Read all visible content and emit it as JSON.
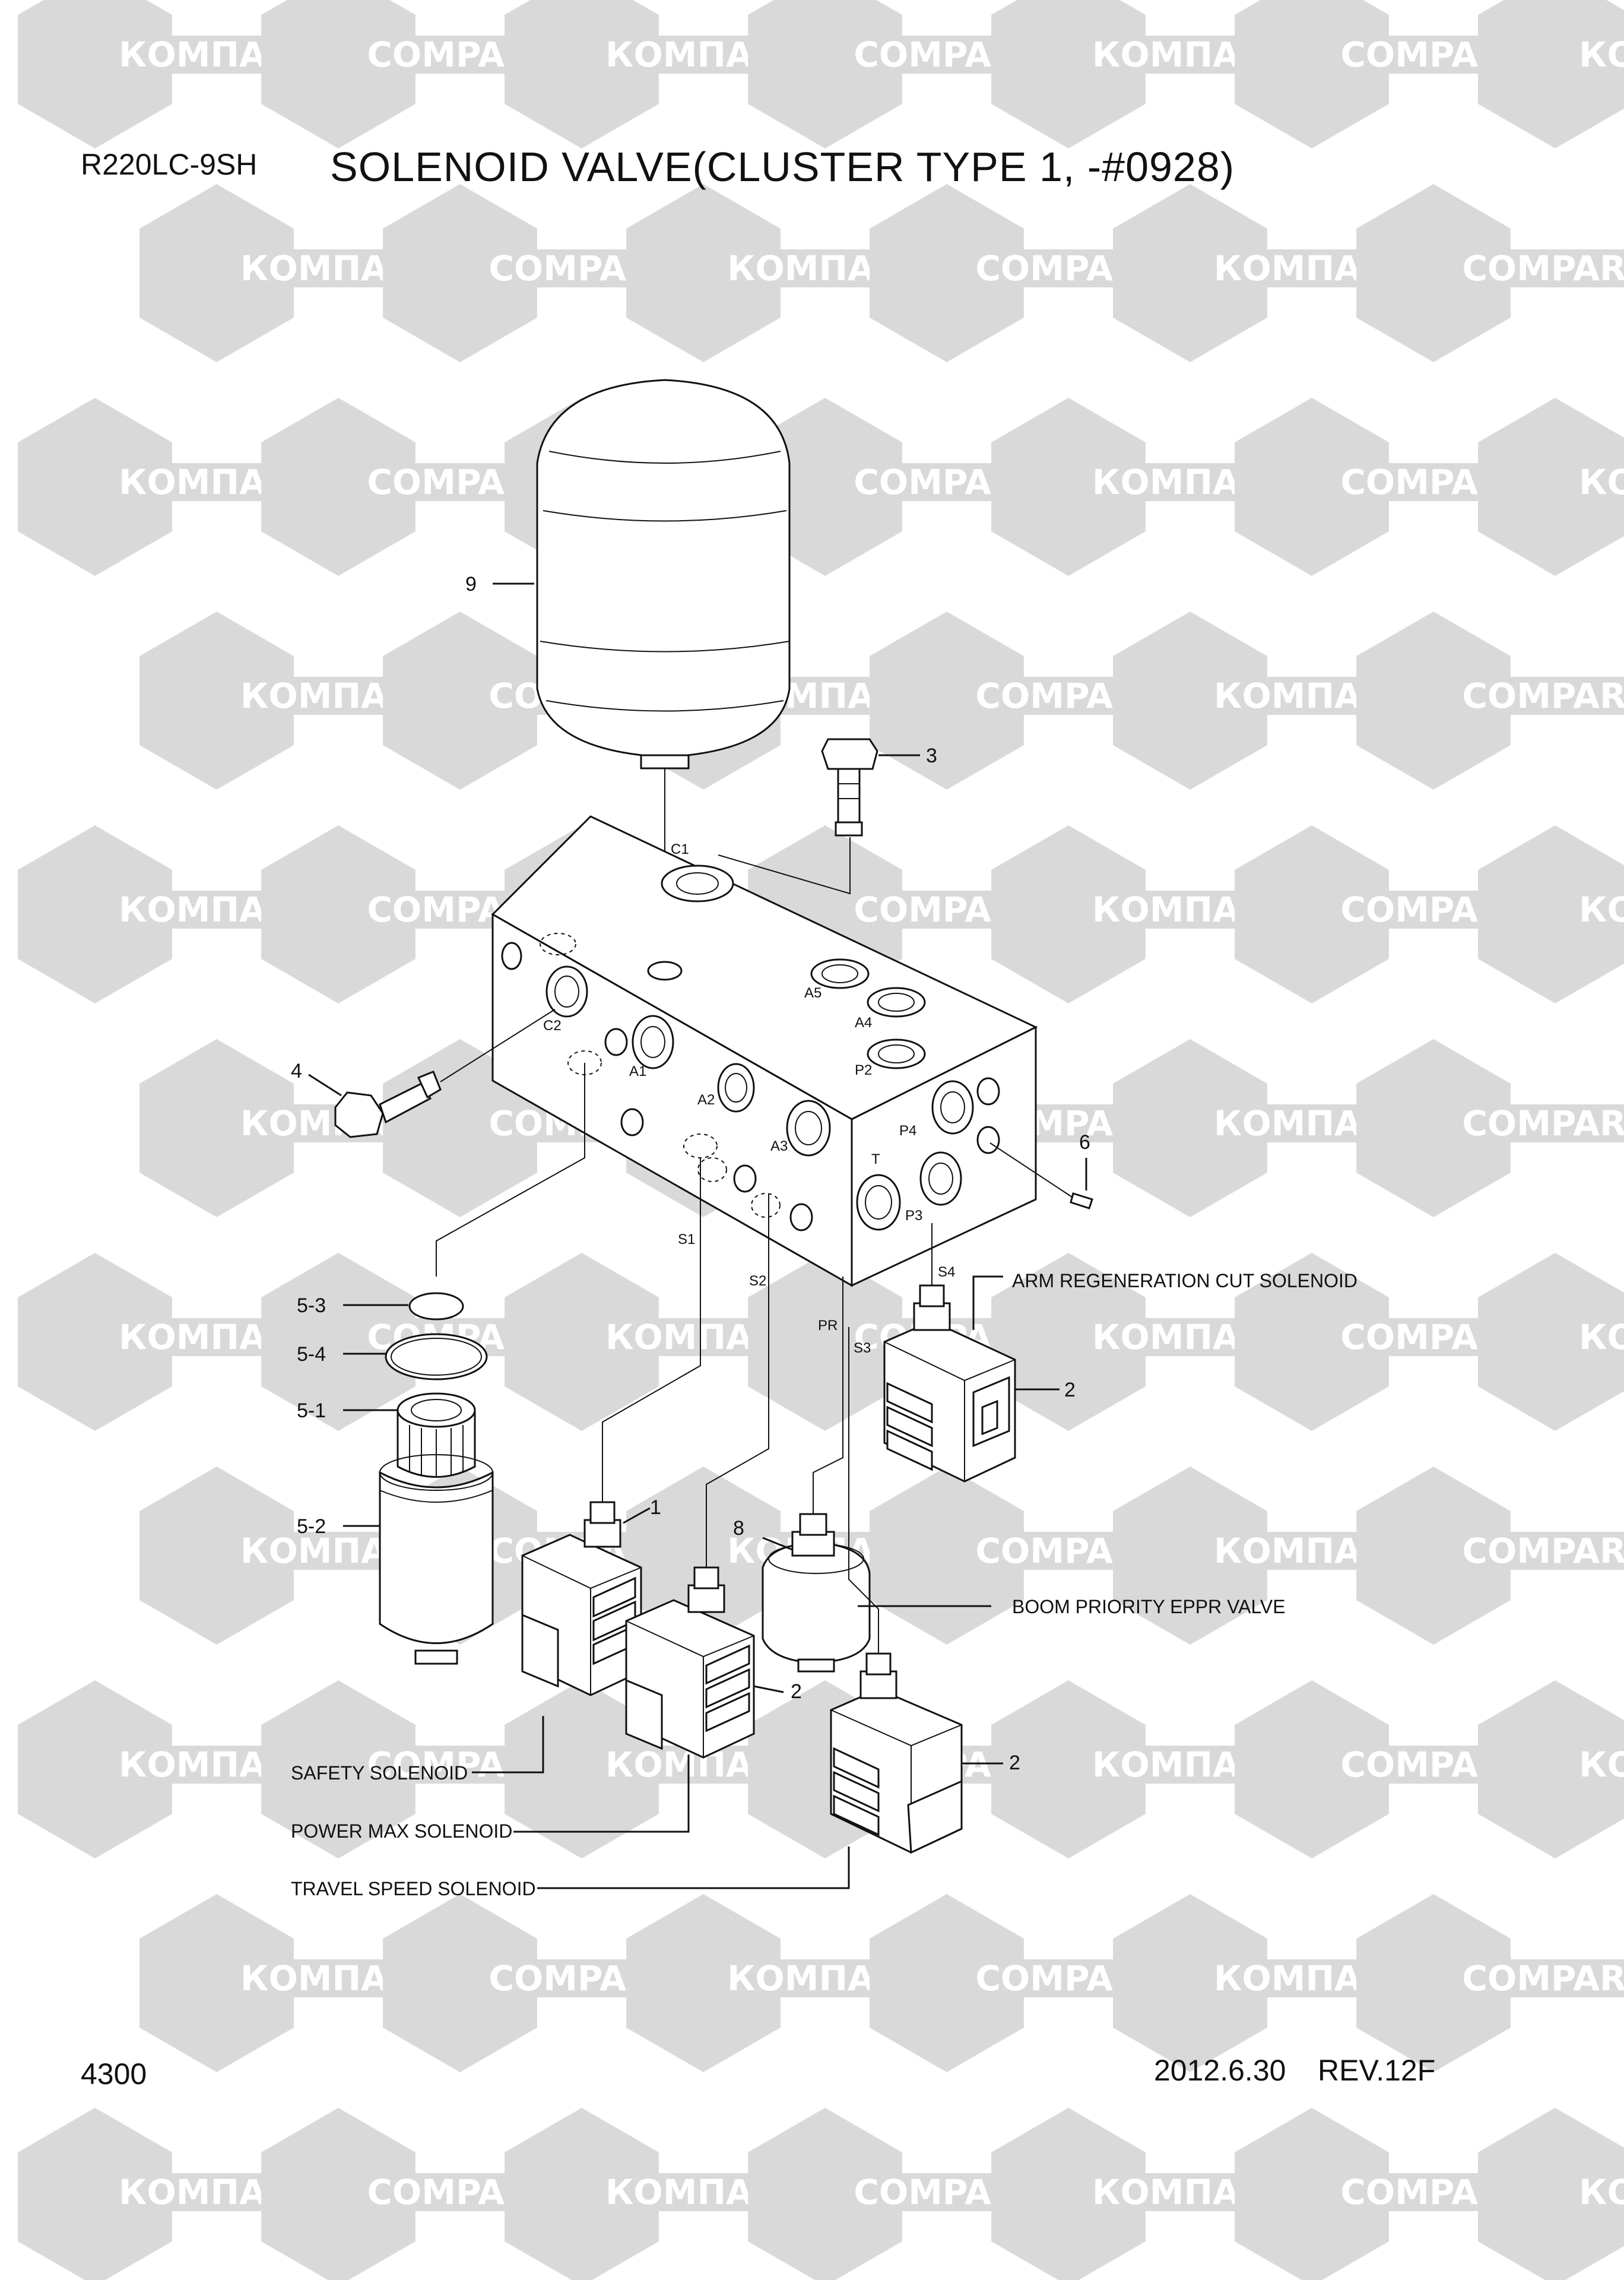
{
  "header": {
    "model": "R220LC-9SH",
    "title": "SOLENOID VALVE(CLUSTER TYPE 1, -#0928)"
  },
  "footer": {
    "page_number": "4300",
    "date": "2012.6.30",
    "revision": "REV.12F"
  },
  "watermark": {
    "text_cyrillic": "КОМПАРТ",
    "text_latin": "COMPART",
    "color": "#d9d9d9"
  },
  "parts": {
    "p9": "9",
    "p3": "3",
    "p4": "4",
    "p6": "6",
    "p5_3": "5-3",
    "p5_4": "5-4",
    "p5_1": "5-1",
    "p5_2": "5-2",
    "p1": "1",
    "p8": "8",
    "p2_a": "2",
    "p2_b": "2",
    "p2_c": "2"
  },
  "ports": {
    "c1": "C1",
    "c2": "C2",
    "a1": "A1",
    "a2": "A2",
    "a3": "A3",
    "a4": "A4",
    "a5": "A5",
    "p2": "P2",
    "p3": "P3",
    "p4": "P4",
    "t": "T",
    "s1": "S1",
    "s2": "S2",
    "s3": "S3",
    "s4": "S4",
    "pr": "PR"
  },
  "callouts": {
    "arm_regen": "ARM REGENERATION CUT SOLENOID",
    "boom_priority": "BOOM PRIORITY EPPR VALVE",
    "safety": "SAFETY SOLENOID",
    "power_max": "POWER MAX SOLENOID",
    "travel_speed": "TRAVEL SPEED SOLENOID"
  }
}
